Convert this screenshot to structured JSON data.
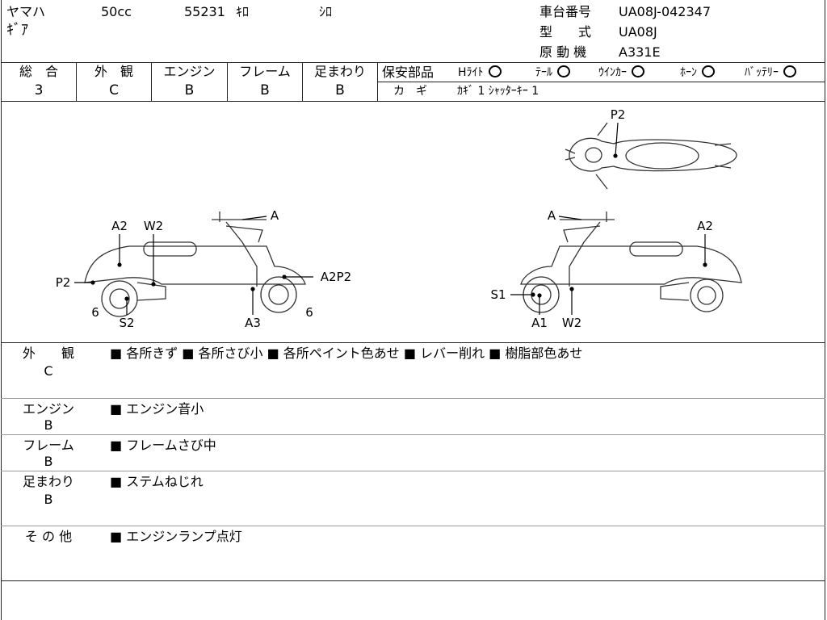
{
  "header": {
    "maker": "ヤマハ",
    "cc": "50cc",
    "mileage": "55231",
    "mileage_unit": "ｷﾛ",
    "color": "ｼﾛ",
    "model_name": "ｷﾞｱ",
    "frame_no_label": "車台番号",
    "frame_no": "UA08J-042347",
    "type_label": "型　　式",
    "type": "UA08J",
    "engine_label": "原 動 機",
    "engine": "A331E"
  },
  "grades": [
    {
      "label": "総　合",
      "value": "3"
    },
    {
      "label": "外　観",
      "value": "C"
    },
    {
      "label": "エンジン",
      "value": "B"
    },
    {
      "label": "フレーム",
      "value": "B"
    },
    {
      "label": "足まわり",
      "value": "B"
    }
  ],
  "safety": {
    "label": "保安部品",
    "items": [
      {
        "name": "Hﾗｲﾄ",
        "status": "circle"
      },
      {
        "name": "ﾃｰﾙ",
        "status": "circle"
      },
      {
        "name": "ｳｲﾝｶｰ",
        "status": "circle"
      },
      {
        "name": "ﾎｰﾝ",
        "status": "circle"
      },
      {
        "name": "ﾊﾞｯﾃﾘｰ",
        "status": "circle"
      }
    ],
    "key_label": "カ　ギ",
    "key_value": "ｶｷﾞ 1 ｼｬｯﾀｰｷｰ 1"
  },
  "diagram_labels": {
    "top_p2": "P2",
    "left_a": "A",
    "left_a2": "A2",
    "left_w2": "W2",
    "left_p2": "P2",
    "left_a2p2": "A2P2",
    "left_6a": "6",
    "left_s2": "S2",
    "left_a3": "A3",
    "left_6b": "6",
    "right_a": "A",
    "right_a2": "A2",
    "right_s1": "S1",
    "right_a1": "A1",
    "right_w2": "W2"
  },
  "notes": [
    {
      "label": "外　　観",
      "grade": "C",
      "text": "■ 各所きず ■ 各所さび小 ■ 各所ペイント色あせ ■ レバー削れ ■ 樹脂部色あせ"
    },
    {
      "label": "エンジン",
      "grade": "B",
      "text": "■ エンジン音小"
    },
    {
      "label": "フレーム",
      "grade": "B",
      "text": "■ フレームさび中"
    },
    {
      "label": "足まわり",
      "grade": "B",
      "text": "■ ステムねじれ"
    },
    {
      "label": "そ の 他",
      "grade": "",
      "text": "■ エンジンランプ点灯"
    }
  ]
}
